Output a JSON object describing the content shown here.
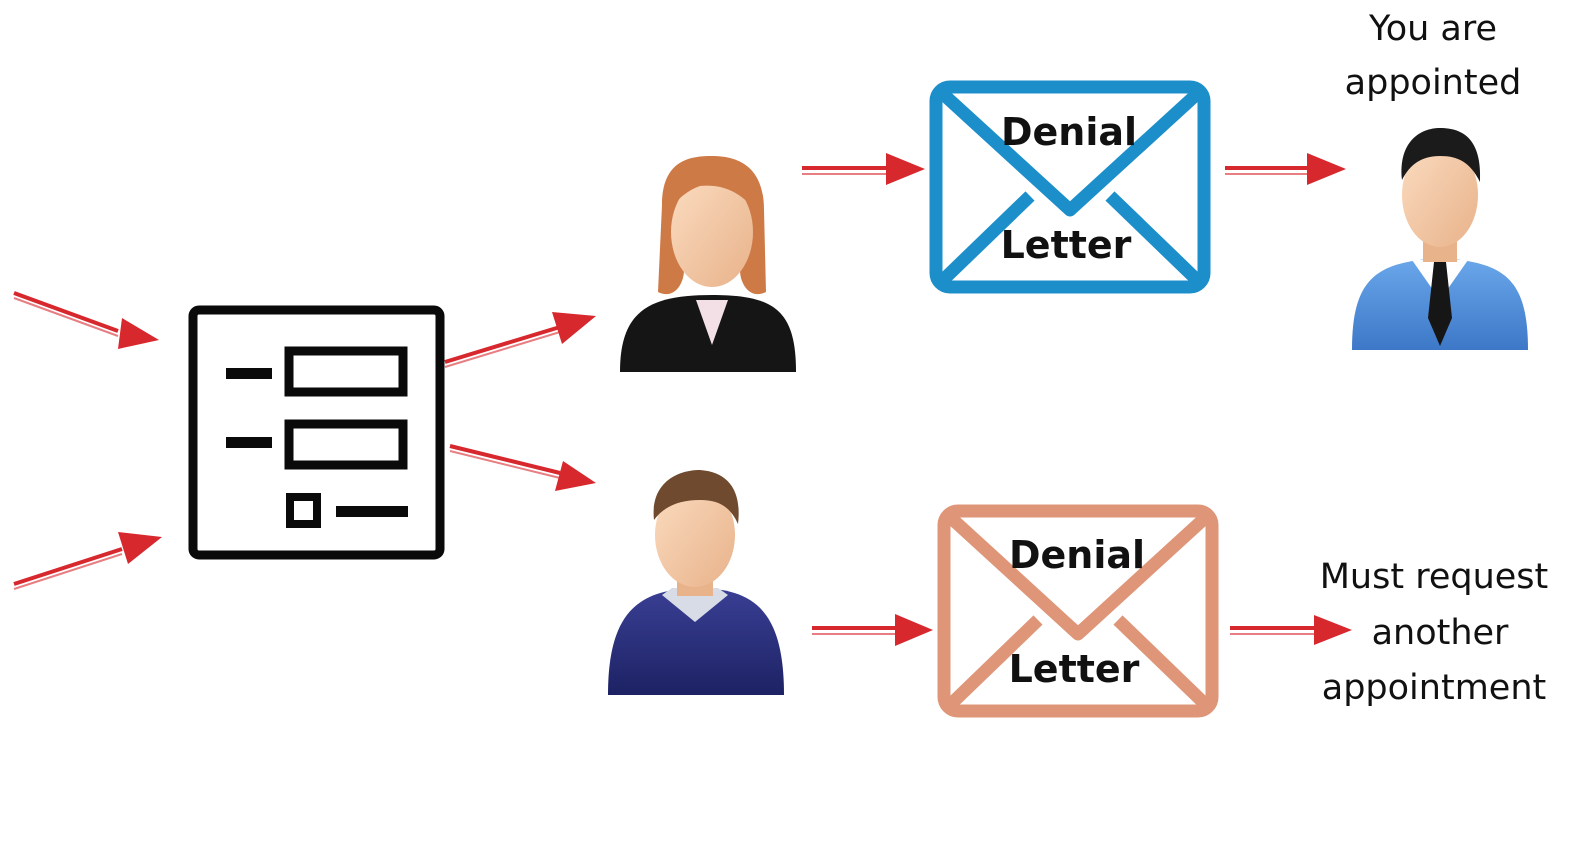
{
  "colors": {
    "arrow": "#d7282e",
    "envelope_top": "#1c8fcb",
    "envelope_bottom": "#df9577",
    "form": "#0a0a0a",
    "skin": "#f2c6a1",
    "woman_hair": "#cd7a47",
    "woman_suit": "#151515",
    "man_top_shirt": "#4f8fdb",
    "man_top_tie": "#161616",
    "man_bottom_sweater": "#2a2f7c"
  },
  "icons": {
    "form": "form-icon",
    "woman": "woman-user-icon",
    "man_bottom": "man-user-icon",
    "man_top": "businessman-user-icon",
    "envelope": "envelope-icon"
  },
  "top_envelope": {
    "line1": "Denial",
    "line2": "Letter"
  },
  "bottom_envelope": {
    "line1": "Denial",
    "line2": "Letter"
  },
  "top_outcome": {
    "line1": "You are",
    "line2": "appointed"
  },
  "bottom_outcome": {
    "line1": "Must request",
    "line2": "another",
    "line3": "appointment"
  }
}
